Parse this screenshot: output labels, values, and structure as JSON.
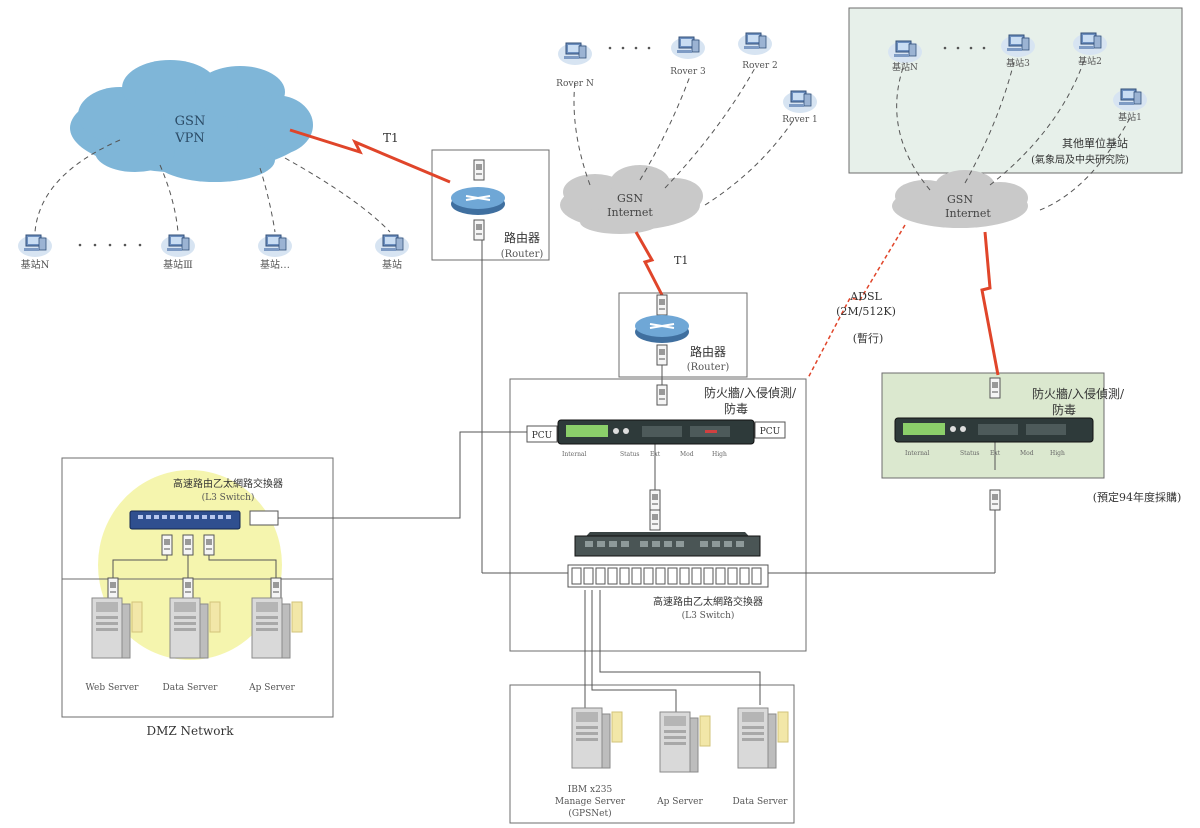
{
  "colors": {
    "line": "#555555",
    "link": "#e0452a",
    "cloud_fill": "#c9c9c9",
    "vpn_cloud_fill": "#7fb6d8",
    "green_box": "#dbe8cf",
    "remote_box": "#e7f0ea",
    "dmz_glow": "#f3f3a0",
    "router_fill": "#6fa7d6"
  },
  "vpn_cloud": {
    "label_line1": "GSN",
    "label_line2": "VPN"
  },
  "vpn_link": {
    "label": "T1"
  },
  "vpn_sites": [
    "基站N",
    "基站Ⅲ",
    "基站…",
    "基站"
  ],
  "router_left": {
    "label_cn": "路由器",
    "label_en": "(Router)"
  },
  "rovers_cloud": {
    "label_line1": "GSN",
    "label_line2": "Internet"
  },
  "rovers": [
    "Rover N",
    "Rover 3",
    "Rover 2",
    "Rover 1"
  ],
  "internet_link": {
    "label": "T1"
  },
  "router_center": {
    "label_cn": "路由器",
    "label_en": "(Router)"
  },
  "remote_group": {
    "stations": [
      "基站N",
      "基站3",
      "基站2",
      "基站1"
    ],
    "title_line1": "其他單位基站",
    "title_line2": "(氣象局及中央研究院)"
  },
  "remote_cloud": {
    "label_line1": "GSN",
    "label_line2": "Internet"
  },
  "adsl_link": {
    "line1": "ADSL",
    "line2": "(2M/512K)",
    "line3": "(暫行)"
  },
  "firewall_main": {
    "label_line1": "防火牆/入侵偵測/",
    "label_line2": "防毒",
    "pcu_left": "PCU",
    "pcu_right": "PCU"
  },
  "firewall_planned": {
    "label_line1": "防火牆/入侵偵測/",
    "label_line2": "防毒",
    "note": "(預定94年度採購)"
  },
  "core_switch": {
    "label_cn": "高速路由乙太網路交換器",
    "label_en": "(L3 Switch)"
  },
  "dmz": {
    "switch_label_cn": "高速路由乙太網路交換器",
    "switch_label_en": "(L3 Switch)",
    "servers": [
      "Web Server",
      "Data Server",
      "Ap Server"
    ],
    "title": "DMZ Network"
  },
  "internal_servers": {
    "server1_line1": "IBM x235",
    "server1_line2": "Manage Server",
    "server1_line3": "(GPSNet)",
    "server2": "Ap Server",
    "server3": "Data Server"
  }
}
